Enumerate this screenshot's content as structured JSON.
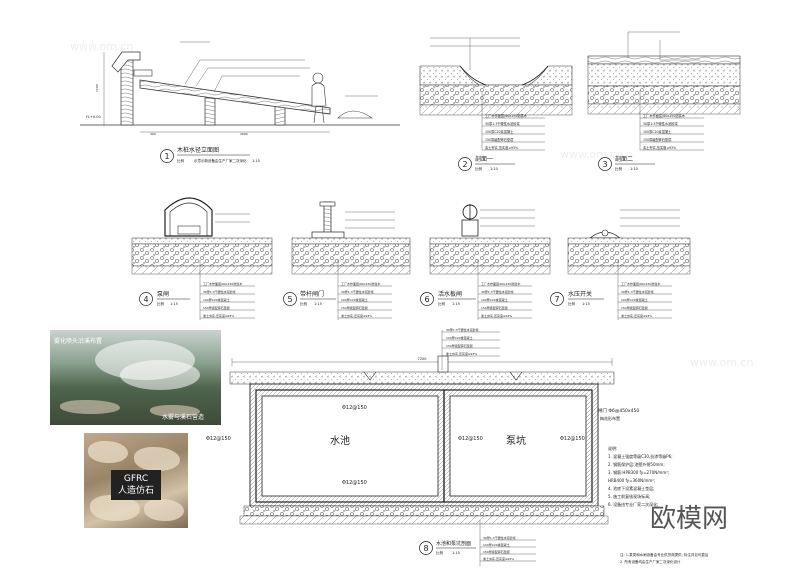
{
  "details": {
    "d1": {
      "num": "1",
      "title": "木桩水径立面图",
      "scale": "1:15",
      "scale_label": "比例",
      "note": "示意示新设备由生产厂家二次深化"
    },
    "d2": {
      "num": "2",
      "title": "剖面一",
      "scale": "1:10",
      "scale_label": "比例"
    },
    "d3": {
      "num": "3",
      "title": "剖面二",
      "scale": "1:10",
      "scale_label": "比例"
    },
    "d4": {
      "num": "4",
      "title": "泵闸",
      "scale": "1:15",
      "scale_label": "比例"
    },
    "d5": {
      "num": "5",
      "title": "带杆闸门",
      "scale": "1:15",
      "scale_label": "比例"
    },
    "d6": {
      "num": "6",
      "title": "活水板闸",
      "scale": "1:15",
      "scale_label": "比例"
    },
    "d7": {
      "num": "7",
      "title": "水压开关",
      "scale": "1:15",
      "scale_label": "比例"
    },
    "d8": {
      "num": "8",
      "title": "水池和泵坑剖面",
      "scale": "1:15",
      "scale_label": "比例"
    }
  },
  "section_labels": {
    "pool": "水池",
    "pump_pit": "泵坑",
    "rebar_top": "Φ12@150",
    "rebar_bottom": "Φ12@150",
    "rebar_left": "Φ12@150",
    "rebar_mid": "Φ12@150",
    "rebar_right": "Φ12@150",
    "gate_spec": "闸门 Φ6@450x450",
    "gate_sub": "梅花形布置",
    "dim_total": "7200"
  },
  "notes": {
    "heading": "说明:",
    "lines": [
      "1. 混凝土强度等级C30,抗渗等级P6;",
      "2. 钢筋保护层:池壁外侧50mm;",
      "3. 钢筋:HPB300 fy=270N/mm²;",
      "   HRB400 fy=360N/mm²;",
      "4. 池底下设素混凝土垫层;",
      "5. 施工前复核现场标高;",
      "6. 设备由专业厂家二次深化;"
    ],
    "footer1": "注: 1.泵类和水闸设备由专业供货商提供; 标注详见可靠后",
    "footer2": "2. 所有设备均由生产厂家二次深化设计"
  },
  "layer_callouts": [
    "工厂木作面层/60x150防腐木",
    "30厚1:3干硬性水泥砂浆",
    "100厚C20素混凝土",
    "150厚级配碎石垫层",
    "素土夯实,压实度≥93%"
  ],
  "photo": {
    "caption": "水雾与溪石营造",
    "side_note": "雾化喷头沿溪布置",
    "gfrc_line1": "GFRC",
    "gfrc_line2": "人造仿石"
  },
  "watermark": {
    "logo": "欧模网",
    "site": "www.om.cn"
  },
  "colors": {
    "line": "#333333",
    "rebar": "#222222",
    "hatch": "#777777"
  }
}
